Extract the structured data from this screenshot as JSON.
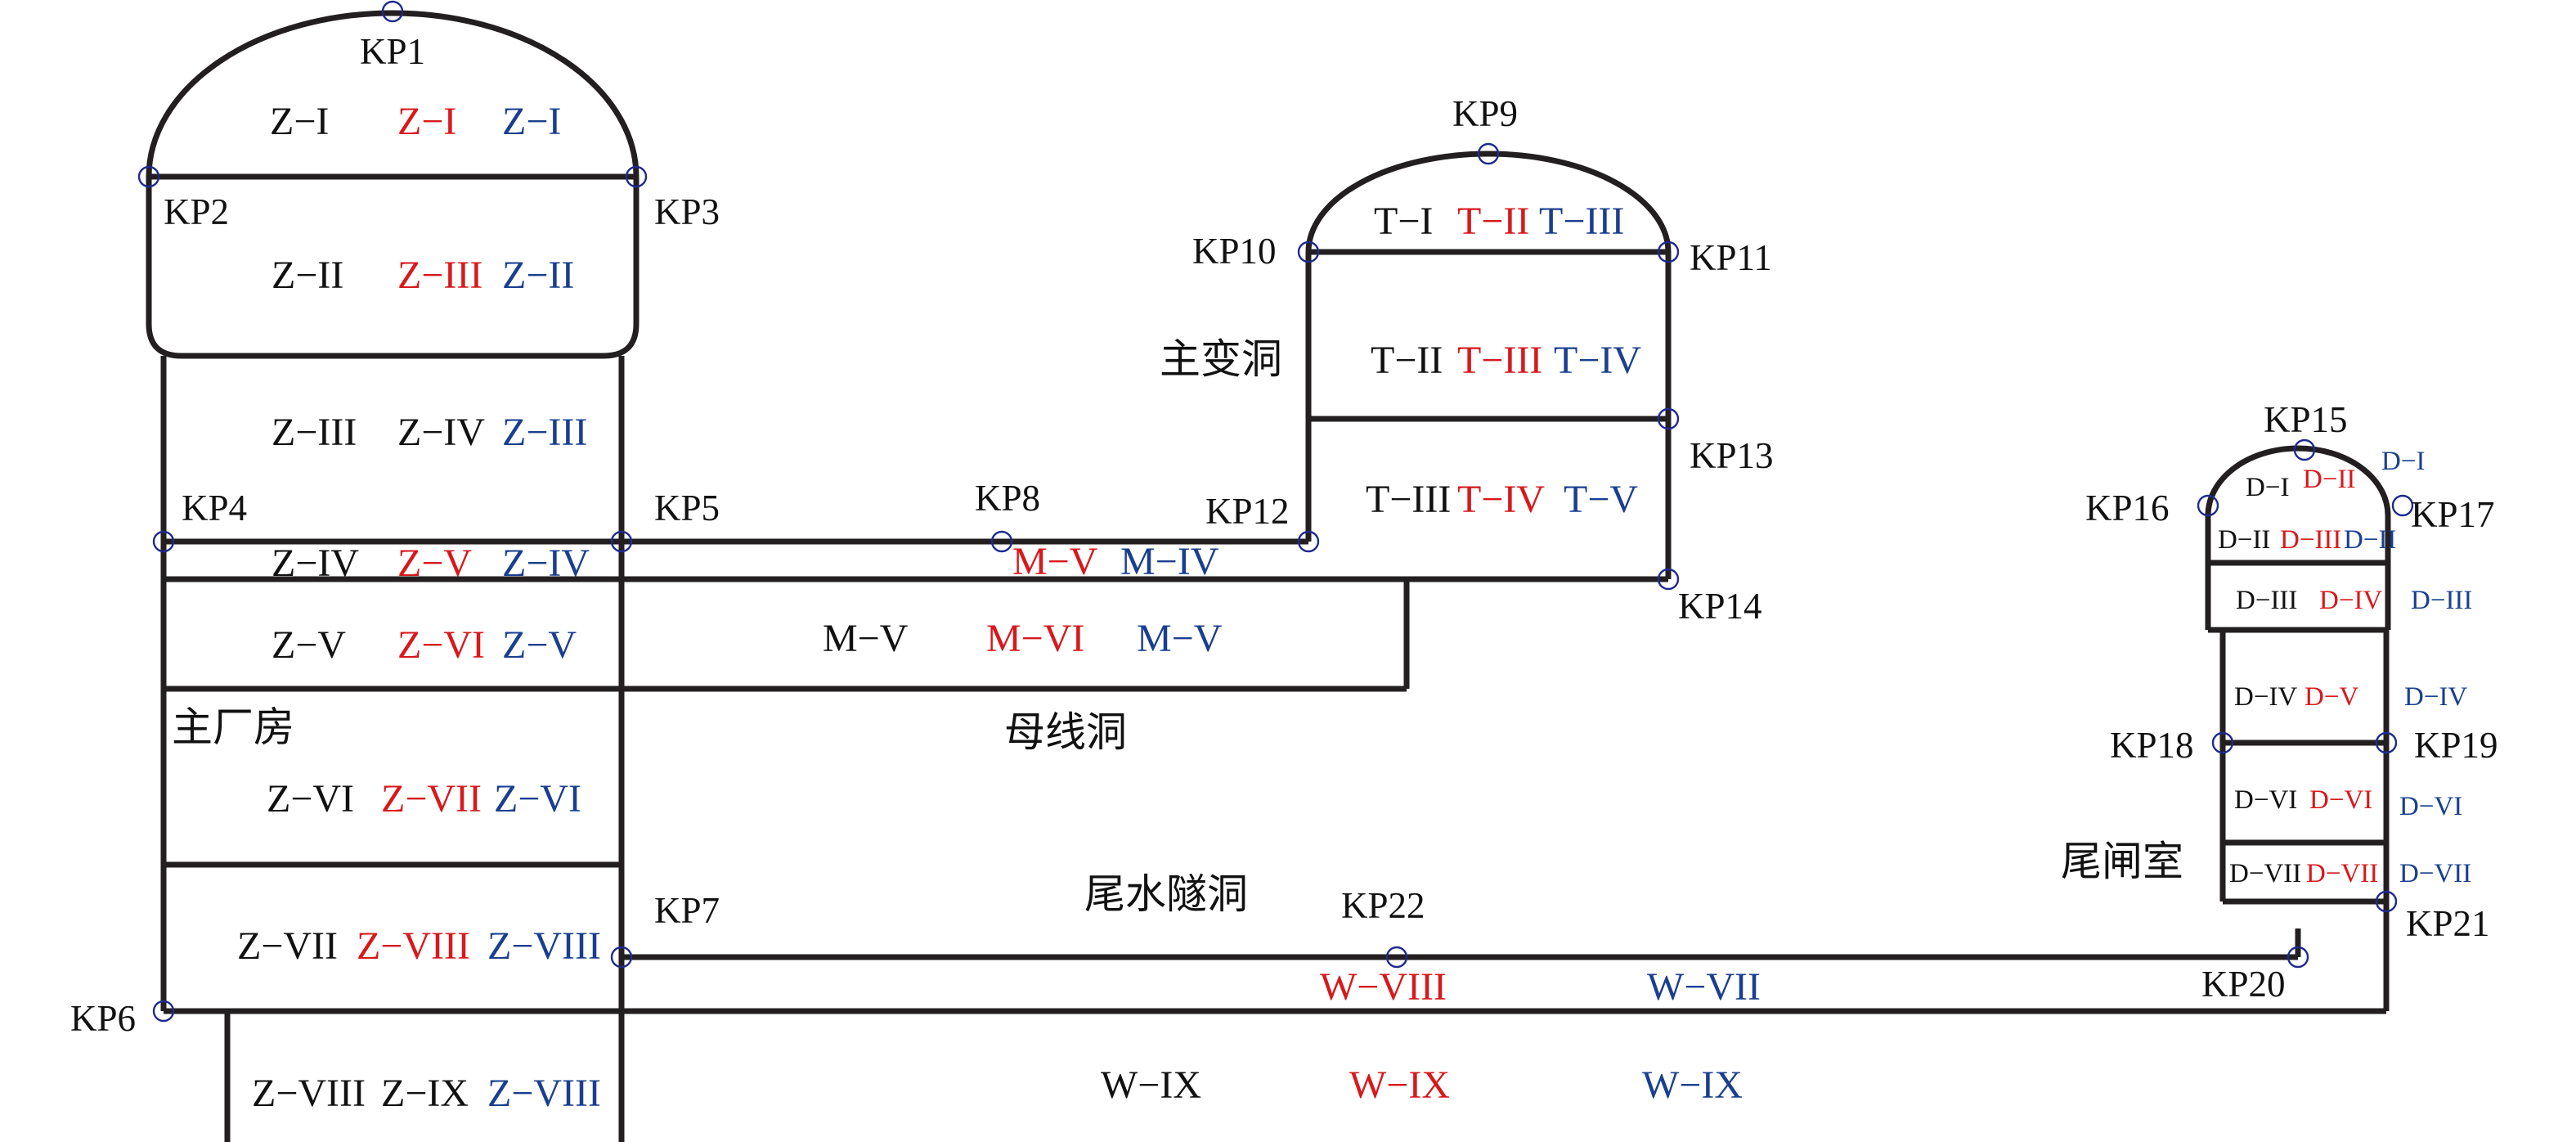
{
  "colors": {
    "outline": "#231f20",
    "black": "#111111",
    "red": "#d7191c",
    "blue": "#1a3f8f",
    "point": "#1f2a8f"
  },
  "chambers": {
    "main_powerhouse": "主厂房",
    "transformer": "主变洞",
    "busbar": "母线洞",
    "tailrace": "尾水隧洞",
    "surge": "尾闸室"
  },
  "kp": {
    "kp1": "KP1",
    "kp2": "KP2",
    "kp3": "KP3",
    "kp4": "KP4",
    "kp5": "KP5",
    "kp6": "KP6",
    "kp7": "KP7",
    "kp8": "KP8",
    "kp9": "KP9",
    "kp10": "KP10",
    "kp11": "KP11",
    "kp12": "KP12",
    "kp13": "KP13",
    "kp14": "KP14",
    "kp15": "KP15",
    "kp16": "KP16",
    "kp17": "KP17",
    "kp18": "KP18",
    "kp19": "KP19",
    "kp20": "KP20",
    "kp21": "KP21",
    "kp22": "KP22"
  },
  "layers": {
    "z1": {
      "black": "Z−I",
      "red": "Z−I",
      "blue": "Z−I"
    },
    "z2": {
      "black": "Z−II",
      "red": "Z−III",
      "blue": "Z−II"
    },
    "z3": {
      "black": "Z−III",
      "black2": "Z−IV",
      "blue": "Z−III"
    },
    "z4": {
      "black": "Z−IV",
      "red": "Z−V",
      "blue": "Z−IV"
    },
    "z5": {
      "black": "Z−V",
      "red": "Z−VI",
      "blue": "Z−V"
    },
    "z6": {
      "black": "Z−VI",
      "red": "Z−VII",
      "blue": "Z−VI"
    },
    "z7": {
      "black": "Z−VII",
      "red": "Z−VIII",
      "blue": "Z−VIII"
    },
    "z8": {
      "black": "Z−VIII",
      "black2": "Z−IX",
      "blue": "Z−VIII"
    },
    "t1": {
      "black": "T−I",
      "red": "T−II",
      "blue": "T−III"
    },
    "t2": {
      "black": "T−II",
      "red": "T−III",
      "blue": "T−IV"
    },
    "t3": {
      "black": "T−III",
      "red": "T−IV",
      "blue": "T−V"
    },
    "m1": {
      "red": "M−V",
      "blue": "M−IV"
    },
    "m2": {
      "black": "M−V",
      "red": "M−VI",
      "blue": "M−V"
    },
    "w1": {
      "red": "W−VIII",
      "blue": "W−VII"
    },
    "w2": {
      "black": "W−IX",
      "red": "W−IX",
      "blue": "W−IX"
    },
    "d1": {
      "black": "D−I",
      "red": "D−II",
      "blue": "D−I"
    },
    "d2": {
      "black": "D−II",
      "red": "D−III",
      "blue": "D−II"
    },
    "d3": {
      "black": "D−III",
      "red": "D−IV",
      "blue": "D−III"
    },
    "d4": {
      "black": "D−IV",
      "red": "D−V",
      "blue": "D−IV"
    },
    "d5": {
      "black": "D−VI",
      "red": "D−VI",
      "blue": "D−VI"
    },
    "d6": {
      "black": "D−VII",
      "red": "D−VII",
      "blue": "D−VII"
    }
  }
}
